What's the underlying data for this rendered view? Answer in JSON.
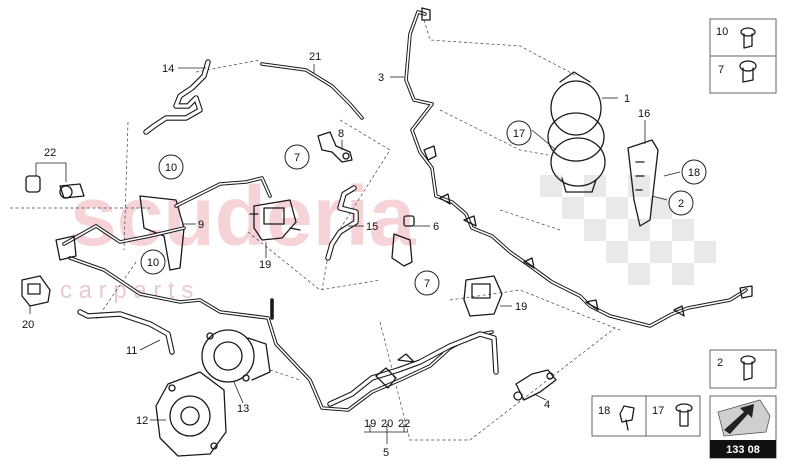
{
  "watermark": {
    "brand": "scuderia",
    "sub": "c a r   p a r t s"
  },
  "callouts": {
    "n1": "1",
    "n2": "2",
    "n3": "3",
    "n4": "4",
    "n5": "5",
    "n6": "6",
    "n8": "8",
    "n9": "9",
    "n11": "11",
    "n12": "12",
    "n13": "13",
    "n14": "14",
    "n15": "15",
    "n16": "16",
    "n19a": "19",
    "n19b": "19",
    "n20": "20",
    "n21": "21",
    "n22": "22",
    "c2": "2",
    "c7a": "7",
    "c7b": "7",
    "c10a": "10",
    "c10b": "10",
    "c17": "17",
    "c18": "18",
    "g5_19": "19",
    "g5_20": "20",
    "g5_22": "22"
  },
  "legend": {
    "box_10": "10",
    "box_7": "7",
    "box_2": "2",
    "box_18": "18",
    "box_17": "17",
    "page_code": "133 08"
  },
  "colors": {
    "watermark_brand": "#f3c9cd",
    "watermark_check": "#dcdcdc",
    "ink": "#1a1a1a"
  }
}
